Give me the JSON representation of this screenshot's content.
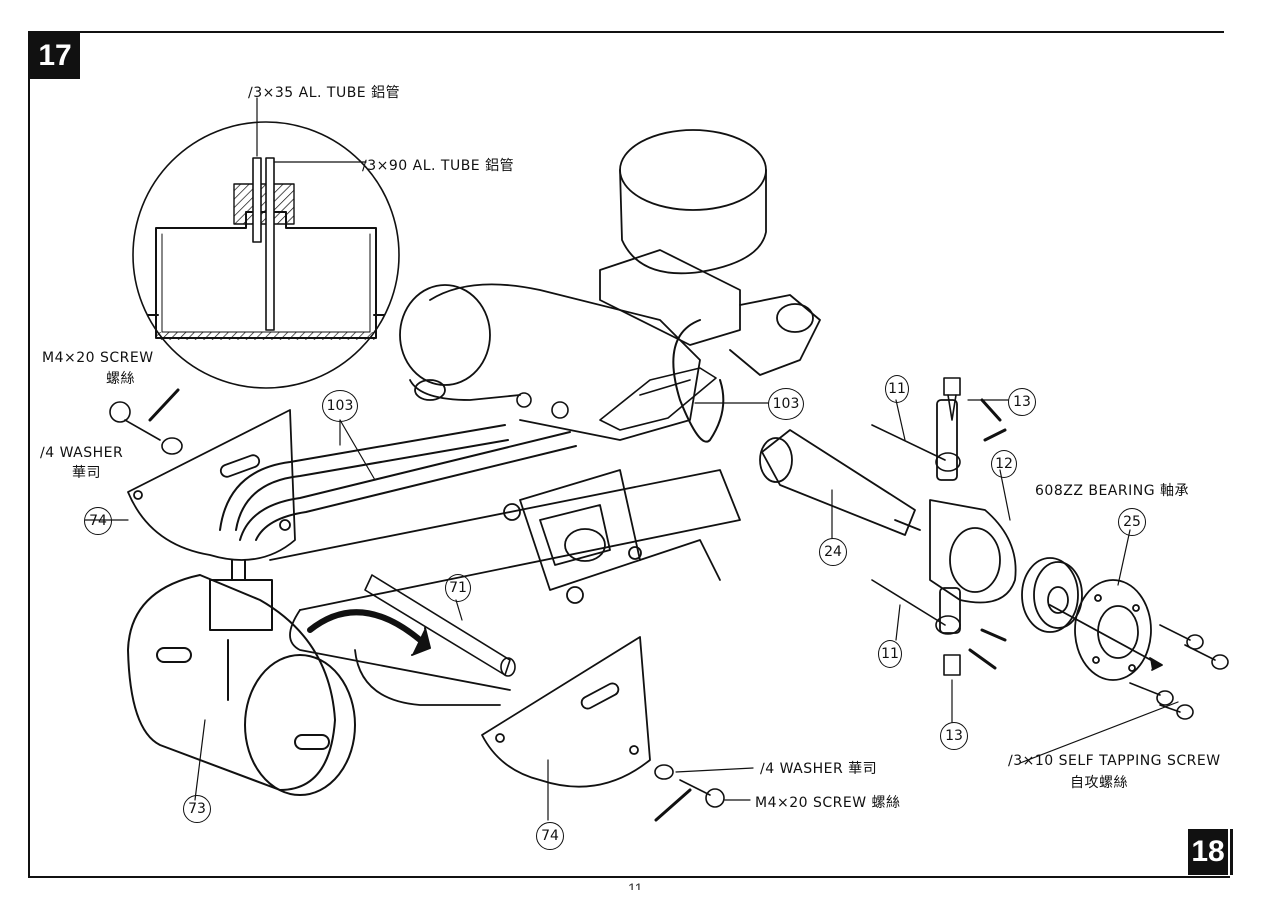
{
  "steps": {
    "step_a": "17",
    "step_b": "18"
  },
  "labels": {
    "tube_35": "∕3×35 AL. TUBE 鋁管",
    "tube_90": "∕3×90 AL. TUBE 鋁管",
    "screw_left_en": "M4×20 SCREW",
    "screw_left_cn": "螺絲",
    "washer_left_en": "∕4 WASHER",
    "washer_left_cn": "華司",
    "bearing": "608ZZ BEARING 軸承",
    "washer_bottom": "∕4 WASHER 華司",
    "screw_bottom": "M4×20 SCREW 螺絲",
    "tapping_en": "∕3×10 SELF TAPPING SCREW",
    "tapping_cn": "自攻螺絲"
  },
  "parts": {
    "p103a": "103",
    "p103b": "103",
    "p74a": "74",
    "p74b": "74",
    "p71": "71",
    "p73": "73",
    "p11a": "11",
    "p11b": "11",
    "p13a": "13",
    "p13b": "13",
    "p12": "12",
    "p24": "24",
    "p25": "25"
  },
  "page_number": "11"
}
